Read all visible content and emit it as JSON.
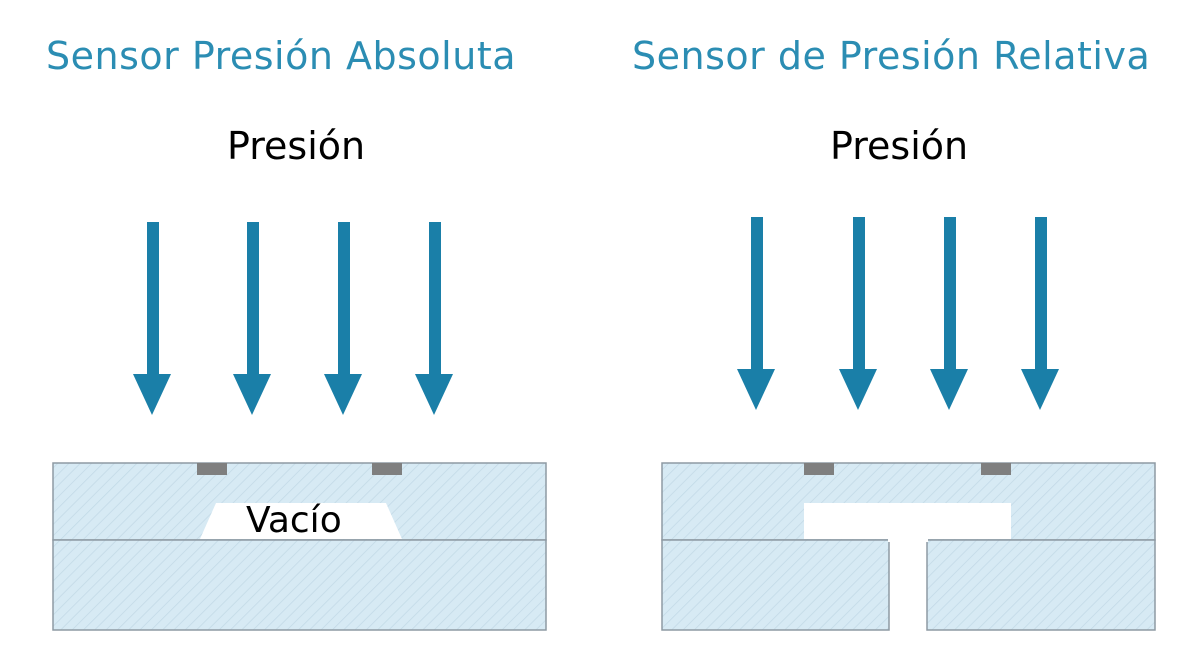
{
  "left": {
    "title": "Sensor Presión Absoluta",
    "pressure_label": "Presión",
    "cavity_label": "Vacío"
  },
  "right": {
    "title": "Sensor de Presión Relativa",
    "pressure_label": "Presión"
  },
  "colors": {
    "accent": "#2b8db3",
    "arrow": "#1a7fa8",
    "body_fill": "#d7eaf4",
    "body_stroke": "#8e9aa3",
    "sensor_pad": "#7f7f7f"
  },
  "icons": [
    "arrow-down-icon"
  ]
}
